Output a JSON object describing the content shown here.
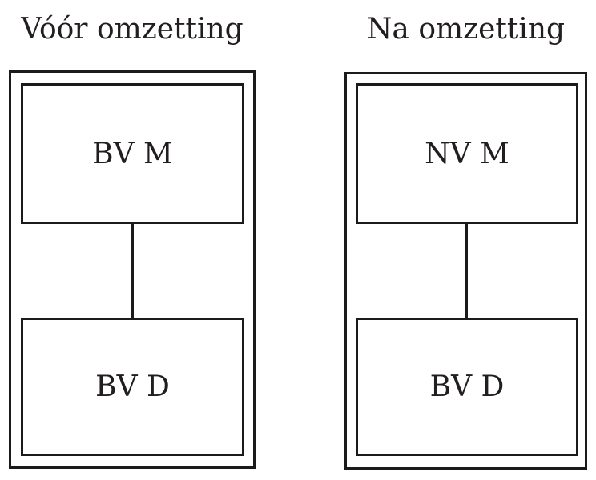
{
  "diagram": {
    "panels": [
      {
        "title": "Vóór omzetting",
        "boxes": [
          {
            "label": "BV M"
          },
          {
            "label": "BV D"
          }
        ]
      },
      {
        "title": "Na omzetting",
        "boxes": [
          {
            "label": "NV M"
          },
          {
            "label": "BV D"
          }
        ]
      }
    ],
    "colors": {
      "line": "#1b1b1b",
      "text": "#221e1f",
      "background": "#ffffff"
    }
  }
}
